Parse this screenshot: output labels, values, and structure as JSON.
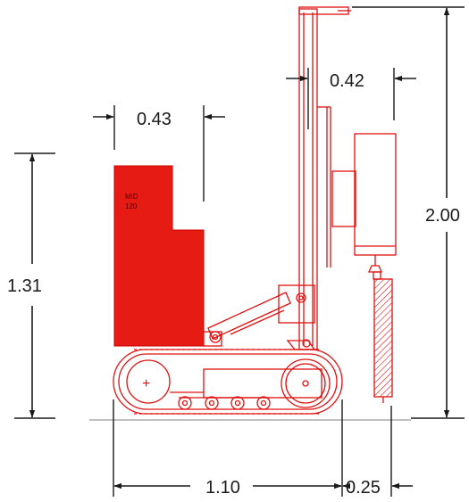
{
  "machine": {
    "label_line1": "MID",
    "label_line2": "120",
    "body_color": "#e51b14",
    "line_color": "#e01010"
  },
  "dimensions": {
    "body_width": "0.43",
    "mast_offset": "0.42",
    "body_height": "1.31",
    "total_height": "2.00",
    "track_length": "1.10",
    "tool_offset": "0.25"
  }
}
